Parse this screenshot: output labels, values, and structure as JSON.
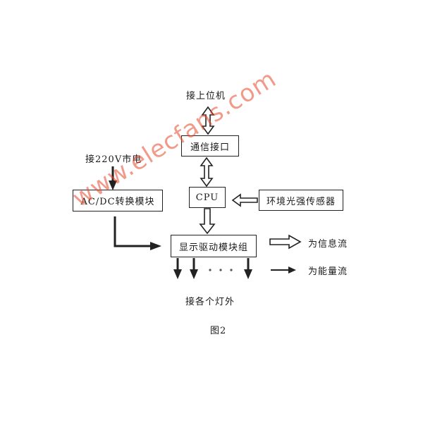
{
  "nodes": {
    "host": "接上位机",
    "comm": "通信接口",
    "mains": "接220V市电",
    "acdc": "AC/DC转换模块",
    "cpu": "CPU",
    "sensor": "环境光强传感器",
    "driver": "显示驱动模块组",
    "lamps": "接各个灯外"
  },
  "legend": {
    "info_flow": "为信息流",
    "energy_flow": "为能量流"
  },
  "caption": "图2",
  "watermark": "www.elecfans.com",
  "colors": {
    "line": "#222222",
    "watermark": "#e8492c"
  }
}
